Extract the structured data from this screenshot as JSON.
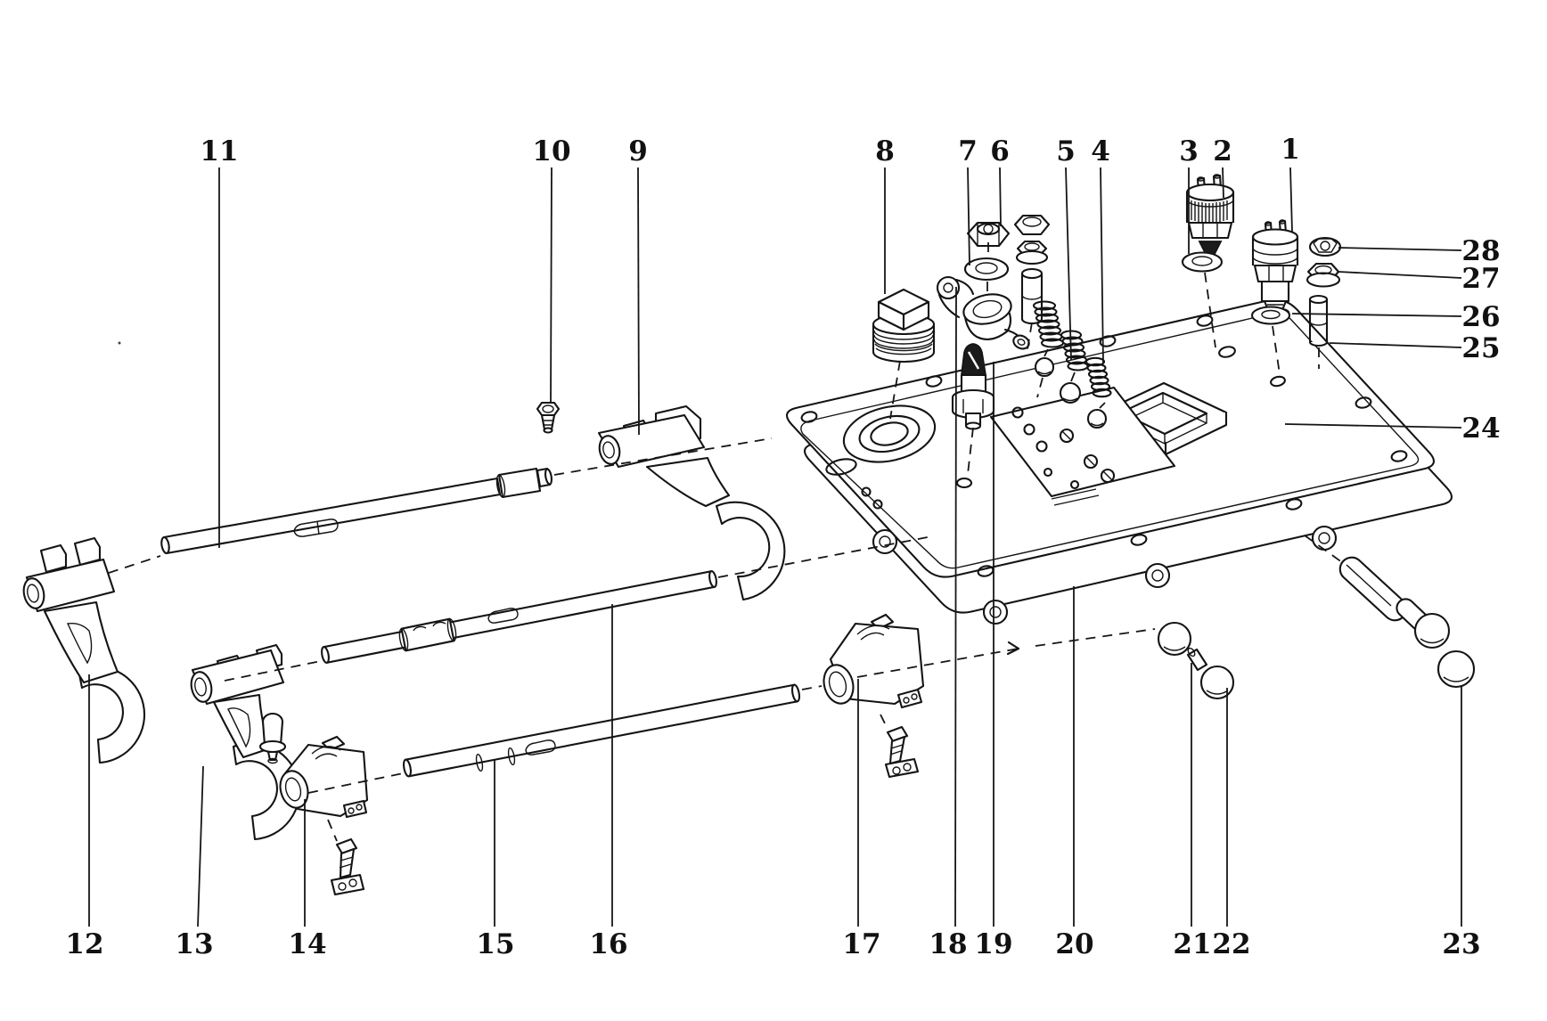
{
  "palette": {
    "ink": "#141414",
    "paper": "#ffffff"
  },
  "callouts": {
    "1": "1",
    "2": "2",
    "3": "3",
    "4": "4",
    "5": "5",
    "6": "6",
    "7": "7",
    "8": "8",
    "9": "9",
    "10": "10",
    "11": "11",
    "12": "12",
    "13": "13",
    "14": "14",
    "15": "15",
    "16": "16",
    "17": "17",
    "18": "18",
    "19": "19",
    "20": "20",
    "21": "21",
    "22": "22",
    "23": "23",
    "24": "24",
    "25": "25",
    "26": "26",
    "27": "27",
    "28": "28"
  }
}
